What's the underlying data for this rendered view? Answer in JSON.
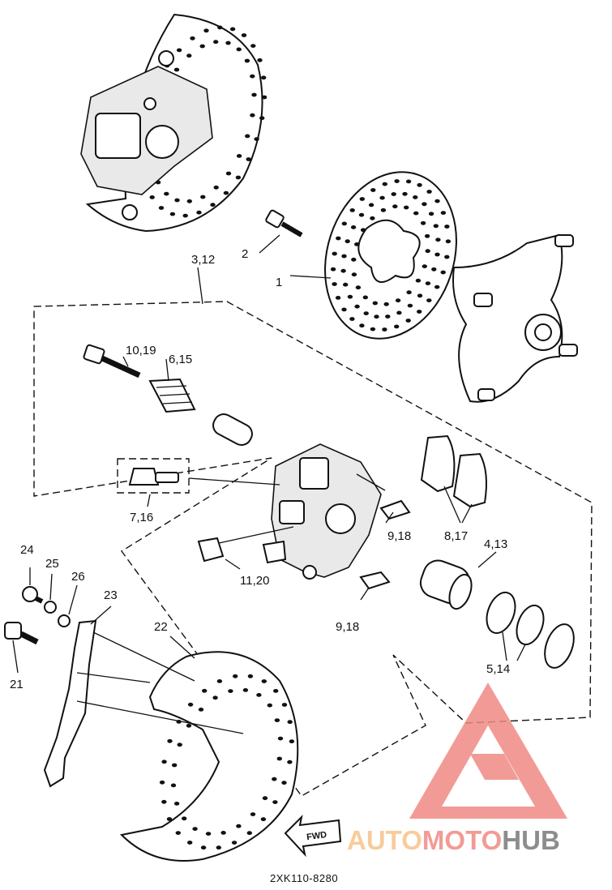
{
  "diagram": {
    "code": "2XK110-8280",
    "fwd": "FWD",
    "labels": {
      "l1": "1",
      "l2": "2",
      "l3_12": "3,12",
      "l10_19": "10,19",
      "l6_15": "6,15",
      "l7_16": "7,16",
      "l9_18a": "9,18",
      "l8_17": "8,17",
      "l4_13": "4,13",
      "l11_20": "11,20",
      "l9_18b": "9,18",
      "l5_14": "5,14",
      "l24": "24",
      "l25": "25",
      "l26": "26",
      "l23": "23",
      "l22": "22",
      "l21": "21"
    }
  },
  "watermark": {
    "part1": "AUTO",
    "part2": "MOTO",
    "part3": "HUB",
    "color1": "#f6c48a",
    "color2": "#f08a84",
    "color3": "#7a7a7a"
  }
}
